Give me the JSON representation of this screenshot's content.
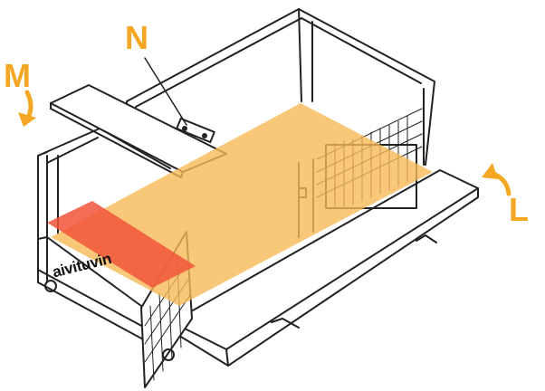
{
  "labels": {
    "m": "M",
    "n": "N",
    "l": "L"
  },
  "brand_logo": "aivituvin",
  "colors": {
    "callout": "#f5a623",
    "floor_highlight": "#f6b955",
    "tray_highlight": "#f2553a",
    "line": "#222222"
  }
}
